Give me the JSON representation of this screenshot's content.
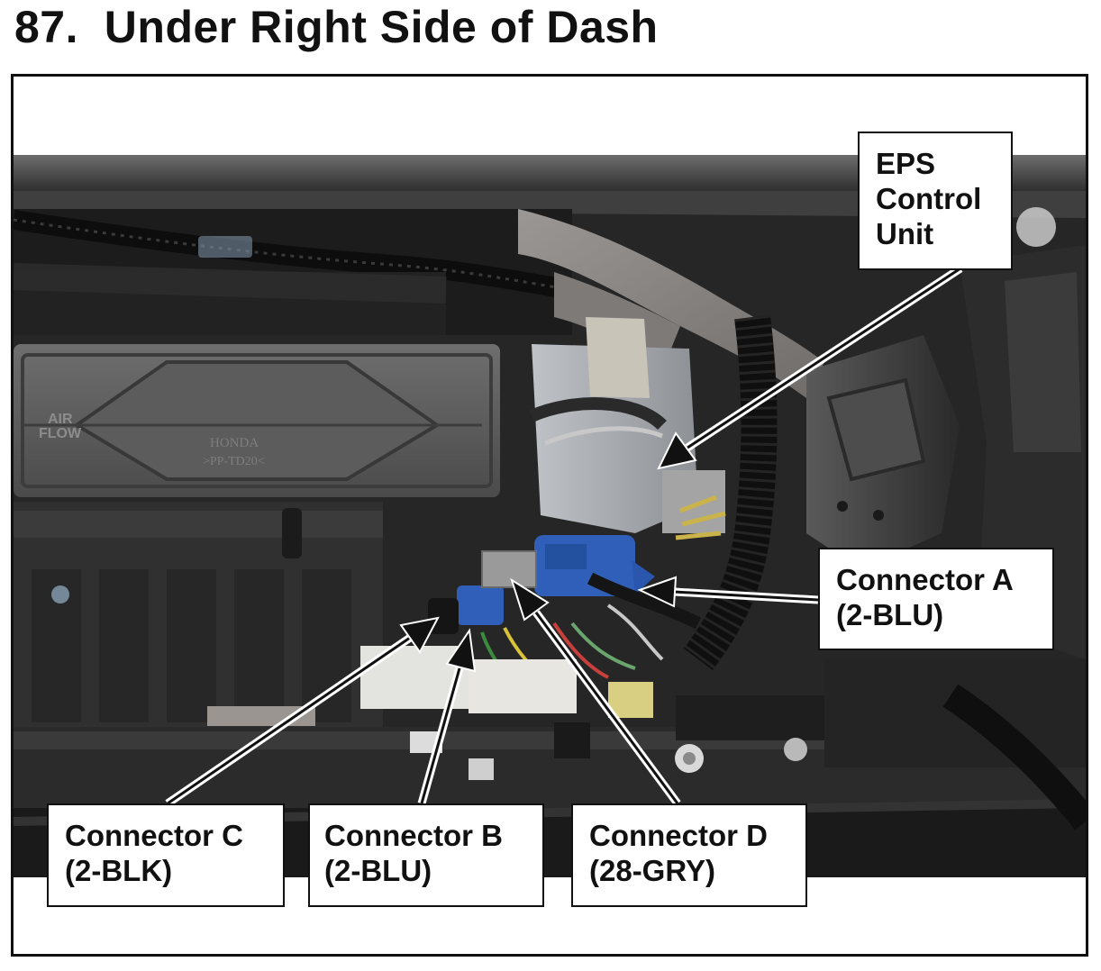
{
  "page": {
    "title": "87.  Under Right Side of Dash"
  },
  "photo": {
    "panel_text": {
      "air": "AIR",
      "flow": "FLOW",
      "brand": "HONDA",
      "part_code": ">PP-TD20<"
    }
  },
  "callouts": {
    "eps": {
      "line1": "EPS",
      "line2": "Control",
      "line3": "Unit"
    },
    "connector_a": {
      "line1": "Connector A",
      "line2": "(2-BLU)"
    },
    "connector_b": {
      "line1": "Connector B",
      "line2": "(2-BLU)"
    },
    "connector_c": {
      "line1": "Connector C",
      "line2": "(2-BLK)"
    },
    "connector_d": {
      "line1": "Connector D",
      "line2": "(28-GRY)"
    }
  },
  "colors": {
    "connector_blue": "#2f5fb8",
    "harness_black": "#141414",
    "foam_gray": "#8a8785",
    "plastic_dark": "#3a3a3a"
  }
}
